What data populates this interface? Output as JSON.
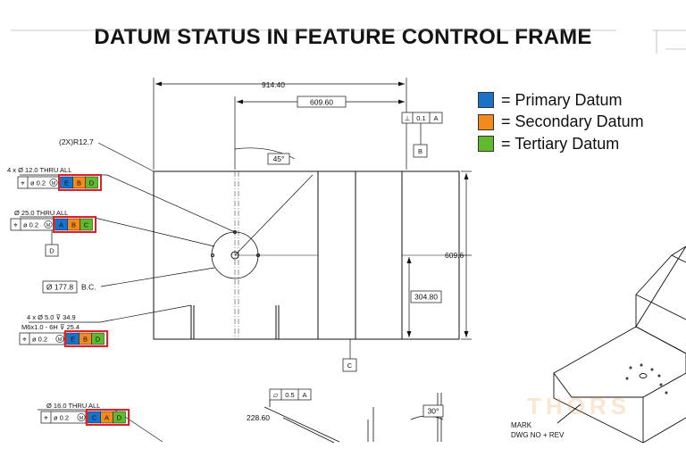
{
  "title": "DATUM STATUS IN FEATURE CONTROL FRAME",
  "colors": {
    "primary": "#1a73c9",
    "secondary": "#f28a1e",
    "tertiary": "#62b82e",
    "highlight": "#e0202a"
  },
  "legend": [
    {
      "color": "#1a73c9",
      "label": "= Primary Datum"
    },
    {
      "color": "#f28a1e",
      "label": "= Secondary Datum"
    },
    {
      "color": "#62b82e",
      "label": "= Tertiary Datum"
    }
  ],
  "dimensions": {
    "width_total": "914.40",
    "width_partial": "609.60",
    "height_total": "609.6",
    "height_partial": "304.80",
    "angle_top": "45°",
    "angle_bottom": "30°",
    "radius_note": "(2X)R12.7",
    "bolt_circle_value": "Ø 177.8",
    "bolt_circle_suffix": "B.C.",
    "bottom_dim": "228.60"
  },
  "datum_tags": {
    "b": "B",
    "c": "C",
    "d": "D"
  },
  "top_frame": {
    "symbol": "⊥",
    "tolerance": "0.1",
    "datum": "A"
  },
  "flatness_frame": {
    "symbol": "⏥",
    "tolerance": "0.5",
    "datum": "A"
  },
  "callouts": [
    {
      "note": "4 x  Ø 12.0 THRU ALL",
      "note2": "",
      "tol": "ø 0.2",
      "mod": "M",
      "datums": [
        "E",
        "B",
        "D"
      ]
    },
    {
      "note": "Ø 25.0 THRU ALL",
      "note2": "",
      "tol": "ø 0.2",
      "mod": "M",
      "datums": [
        "A",
        "B",
        "C"
      ]
    },
    {
      "note": "4 x  Ø 5.0  ⊽ 34.9",
      "note2": "M6x1.0 - 6H  ⊽ 25.4",
      "tol": "ø 0.2",
      "mod": "M",
      "datums": [
        "E",
        "B",
        "D"
      ]
    },
    {
      "note": "Ø 16.0 THRU ALL",
      "note2": "",
      "tol": "ø 0.2",
      "mod": "M",
      "datums": [
        "C",
        "A",
        "D"
      ]
    }
  ],
  "iso_labels": {
    "mark": "MARK",
    "dwg": "DWG NO + REV"
  },
  "watermark": "THORS"
}
